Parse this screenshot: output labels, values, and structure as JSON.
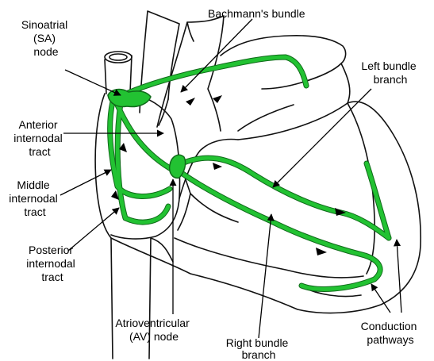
{
  "colors": {
    "pathway": "#22c232",
    "pathway_edge": "#106a1a",
    "outline": "#111111",
    "label": "#000000"
  },
  "labels": {
    "bachmann": "Bachmann's bundle",
    "sa_node": [
      "Sinoatrial",
      "(SA)",
      "node"
    ],
    "anterior": [
      "Anterior",
      "internodal",
      "tract"
    ],
    "middle": [
      "Middle",
      "internodal",
      "tract"
    ],
    "posterior": [
      "Posterior",
      "internodal",
      "tract"
    ],
    "av_node": [
      "Atrioventricular",
      "(AV) node"
    ],
    "right_bundle": [
      "Right bundle",
      "branch"
    ],
    "left_bundle": [
      "Left bundle",
      "branch"
    ],
    "conduction": [
      "Conduction",
      "pathways"
    ]
  }
}
